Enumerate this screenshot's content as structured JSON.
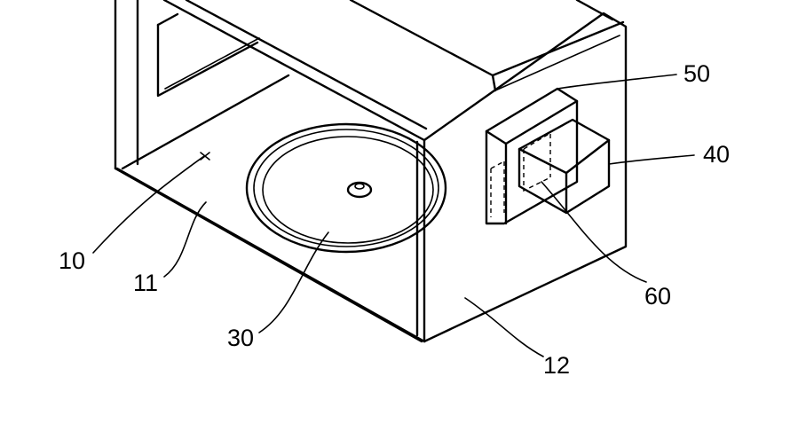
{
  "labels": {
    "l10": "10",
    "l11": "11",
    "l12": "12",
    "l30": "30",
    "l40": "40",
    "l50": "50",
    "l60": "60"
  },
  "colors": {
    "ink": "#000000",
    "paper": "#ffffff"
  }
}
